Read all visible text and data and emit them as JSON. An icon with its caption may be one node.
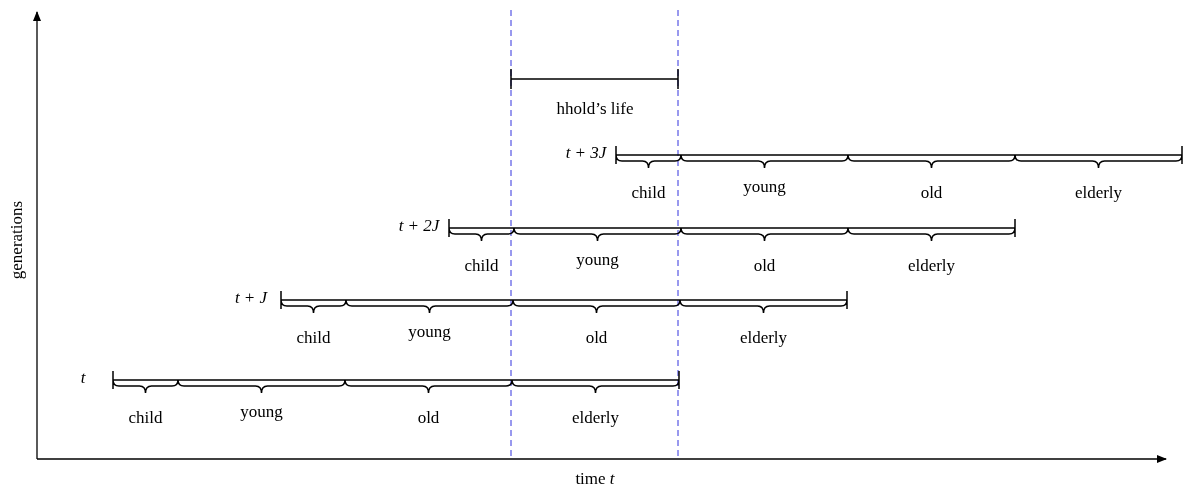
{
  "diagram": {
    "labels": [
      "hhold’s life",
      "t + 3J",
      "child",
      "young",
      "old",
      "elderly",
      "t + 2J",
      "child",
      "young",
      "old",
      "elderly",
      "t + J",
      "child",
      "young",
      "old",
      "elderly",
      "t",
      "child",
      "young",
      "old",
      "elderly",
      "generations",
      "time *t*"
    ]
  }
}
